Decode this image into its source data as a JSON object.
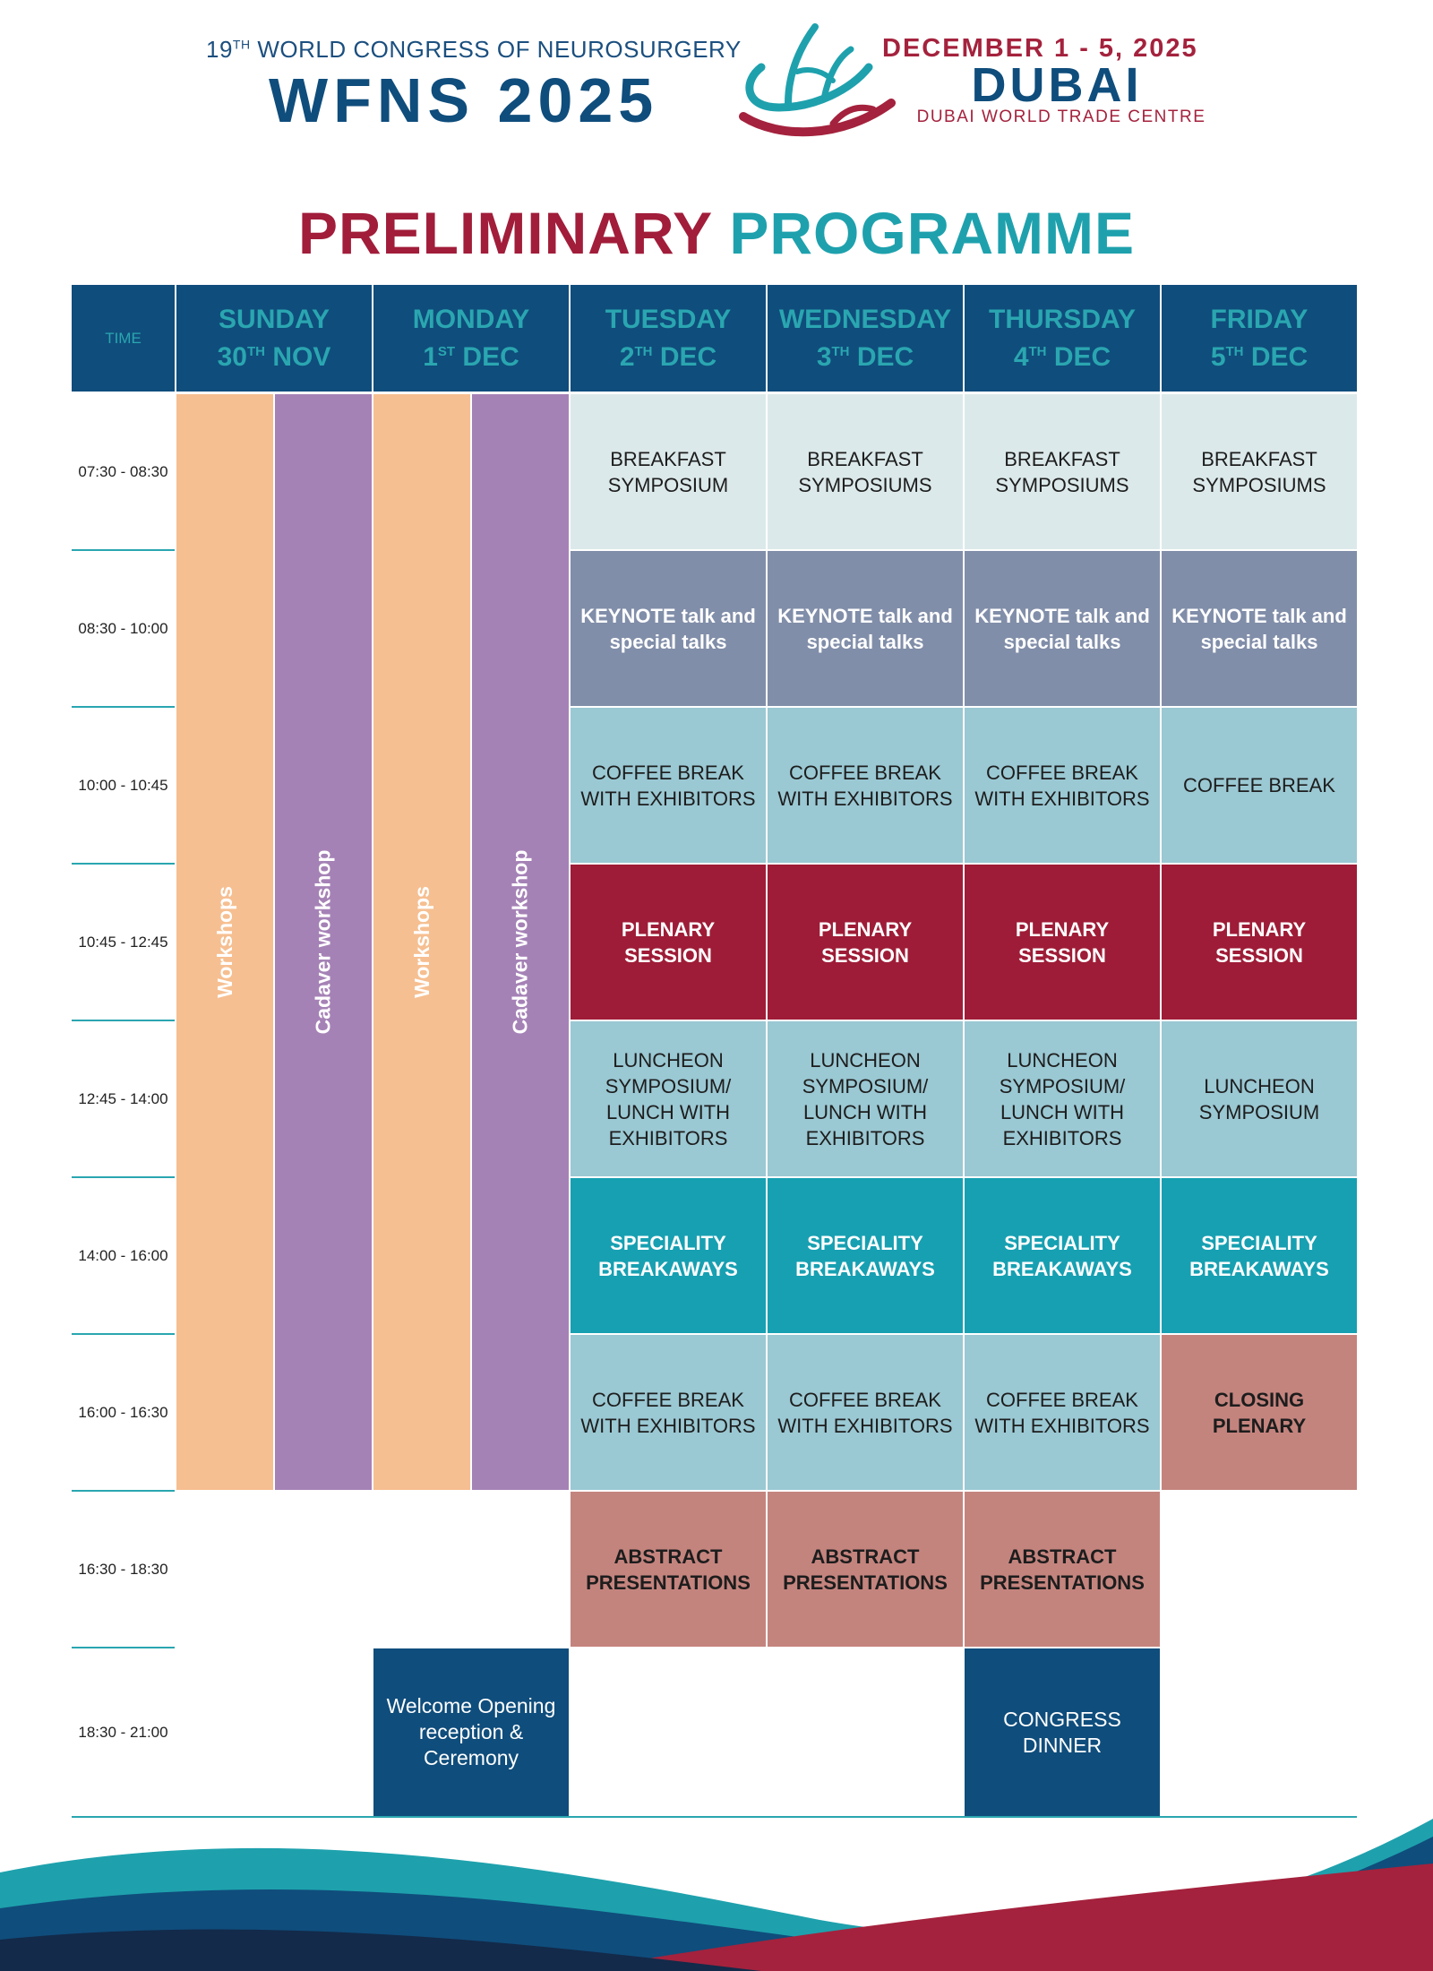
{
  "header": {
    "congress_prefix": "19",
    "congress_sup": "TH",
    "congress_name": "WORLD CONGRESS OF NEUROSURGERY",
    "event": "WFNS 2025",
    "dates": "DECEMBER 1 - 5, 2025",
    "city": "DUBAI",
    "venue": "DUBAI WORLD TRADE CENTRE",
    "logo_icon": "dubai-calligraphy-logo"
  },
  "title": {
    "part1": "PRELIMINARY",
    "part2": "PROGRAMME"
  },
  "colors": {
    "navy": "#0f4d7c",
    "teal_text": "#2aa6b0",
    "peach": "#f6bf91",
    "purple": "#a582b6",
    "light_mint": "#dce9ea",
    "slate": "#818ea9",
    "light_blue": "#9ac8d3",
    "crimson": "#9e1c37",
    "teal": "#17a0b2",
    "rose": "#c4847e"
  },
  "grid": {
    "time_header": "TIME",
    "days": [
      {
        "name": "SUNDAY",
        "date": "30",
        "sup": "TH",
        "month": "NOV"
      },
      {
        "name": "MONDAY",
        "date": "1",
        "sup": "ST",
        "month": "DEC"
      },
      {
        "name": "TUESDAY",
        "date": "2",
        "sup": "TH",
        "month": "DEC"
      },
      {
        "name": "WEDNESDAY",
        "date": "3",
        "sup": "TH",
        "month": "DEC"
      },
      {
        "name": "THURSDAY",
        "date": "4",
        "sup": "TH",
        "month": "DEC"
      },
      {
        "name": "FRIDAY",
        "date": "5",
        "sup": "TH",
        "month": "DEC"
      }
    ],
    "times": [
      "07:30 - 08:30",
      "08:30 - 10:00",
      "10:00 - 10:45",
      "10:45 - 12:45",
      "12:45 - 14:00",
      "14:00 - 16:00",
      "16:00 - 16:30",
      "16:30 - 18:30",
      "18:30 - 21:00"
    ],
    "vertical": {
      "workshops": "Workshops",
      "cadaver": "Cadaver workshop"
    },
    "rows": [
      {
        "cells": [
          "BREAKFAST SYMPOSIUM",
          "BREAKFAST SYMPOSIUMS",
          "BREAKFAST SYMPOSIUMS",
          "BREAKFAST SYMPOSIUMS"
        ]
      },
      {
        "cells": [
          "KEYNOTE talk and special talks",
          "KEYNOTE talk and special talks",
          "KEYNOTE talk and special talks",
          "KEYNOTE talk and special talks"
        ]
      },
      {
        "cells": [
          "COFFEE BREAK WITH EXHIBITORS",
          "COFFEE BREAK WITH EXHIBITORS",
          "COFFEE BREAK WITH EXHIBITORS",
          "COFFEE BREAK"
        ]
      },
      {
        "cells": [
          "PLENARY SESSION",
          "PLENARY SESSION",
          "PLENARY SESSION",
          "PLENARY SESSION"
        ]
      },
      {
        "cells": [
          "LUNCHEON SYMPOSIUM/ LUNCH WITH EXHIBITORS",
          "LUNCHEON SYMPOSIUM/ LUNCH WITH EXHIBITORS",
          "LUNCHEON SYMPOSIUM/ LUNCH WITH EXHIBITORS",
          "LUNCHEON SYMPOSIUM"
        ]
      },
      {
        "cells": [
          "SPECIALITY BREAKAWAYS",
          "SPECIALITY BREAKAWAYS",
          "SPECIALITY BREAKAWAYS",
          "SPECIALITY BREAKAWAYS"
        ]
      },
      {
        "cells": [
          "COFFEE BREAK WITH EXHIBITORS",
          "COFFEE BREAK WITH EXHIBITORS",
          "COFFEE BREAK WITH EXHIBITORS",
          "CLOSING PLENARY"
        ]
      },
      {
        "cells": [
          "ABSTRACT PRESENTATIONS",
          "ABSTRACT PRESENTATIONS",
          "ABSTRACT PRESENTATIONS"
        ]
      }
    ],
    "welcome": "Welcome Opening reception & Ceremony",
    "dinner": "CONGRESS DINNER"
  }
}
